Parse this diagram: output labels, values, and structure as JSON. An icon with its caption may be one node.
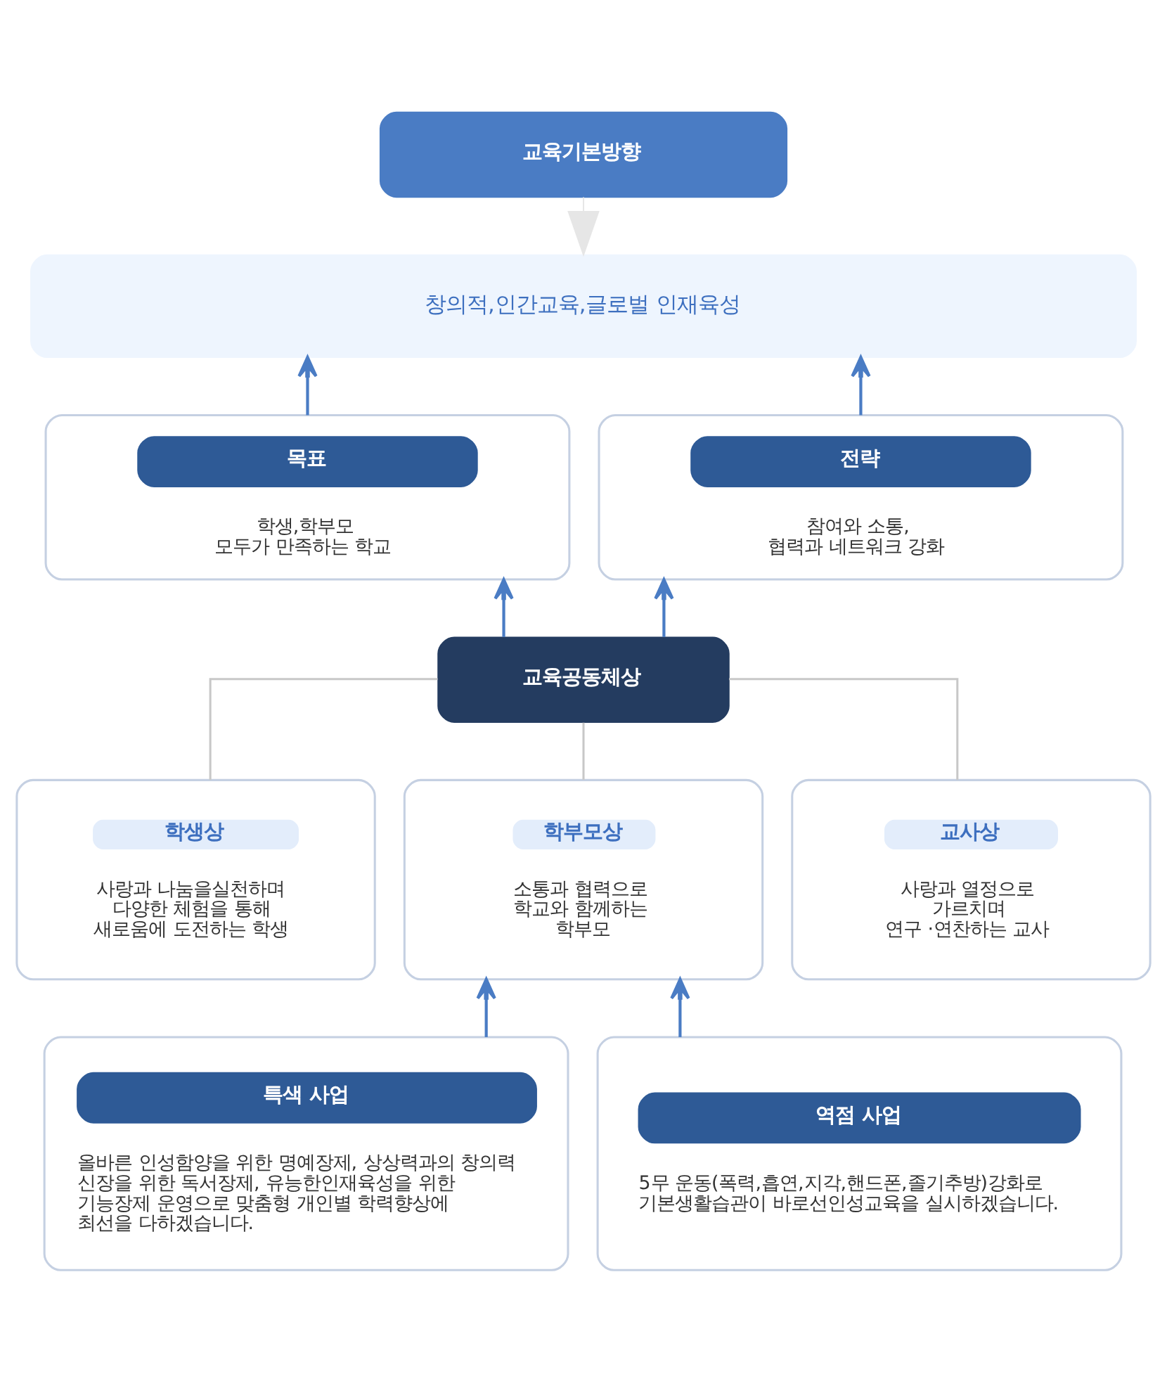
{
  "diagram": {
    "nodes": [
      {
        "text": [
          "교육기본방향"
        ]
      },
      {
        "text": [
          "창의적,인간교육,글로벌 인재육성"
        ]
      },
      {
        "text": [
          "목표",
          "학생,학부모 모두가 만족하는 학교"
        ]
      },
      {
        "text": [
          "전략",
          "참여와 소통, 협력과 네트워크 강화"
        ]
      },
      {
        "text": [
          "교육공동체상"
        ]
      },
      {
        "text": [
          "학생상",
          "사랑과 나눔을실천하며 다양한 체험을 통해 새로움에 도전하는 학생"
        ]
      },
      {
        "text": [
          "학부모상",
          "소통과 협력으로 학교와 함께하는 학부모"
        ]
      },
      {
        "text": [
          "교사상",
          "사랑과 열정으로 가르치며 연구 ·연찬하는 교사"
        ]
      },
      {
        "text": [
          "특색 사업",
          "올바른 인성함양을 위한 명예장제, 상상력과의 창의력 신장을 위한 독서장제, 유능한인재육성을 위한 기능장제 운영으로 맞춤형 개인별 학력향상에 최선을 다하겠습니다."
        ]
      },
      {
        "text": [
          "역점 사업",
          "5무 운동(폭력,흡연,지각,핸드폰,졸기추방)강화로 기본생활습관이 바로선인성교육을 실시하겠습니다."
        ]
      }
    ],
    "edges": [
      {
        "from": 0,
        "to": 1,
        "arrow": "to",
        "color": "#e6e6e6"
      },
      {
        "from": 2,
        "to": 1,
        "arrow": "to"
      },
      {
        "from": 3,
        "to": 1,
        "arrow": "to"
      },
      {
        "from": 4,
        "to": 2,
        "arrow": "to"
      },
      {
        "from": 4,
        "to": 3,
        "arrow": "to"
      },
      {
        "from": 5,
        "to": 4,
        "arrow": "none",
        "color": "#c8c8c8"
      },
      {
        "from": 6,
        "to": 4,
        "arrow": "none",
        "color": "#c8c8c8"
      },
      {
        "from": 7,
        "to": 4,
        "arrow": "none",
        "color": "#c8c8c8"
      },
      {
        "from": 8,
        "to": 6,
        "arrow": "to"
      },
      {
        "from": 9,
        "to": 6,
        "arrow": "to"
      }
    ]
  }
}
